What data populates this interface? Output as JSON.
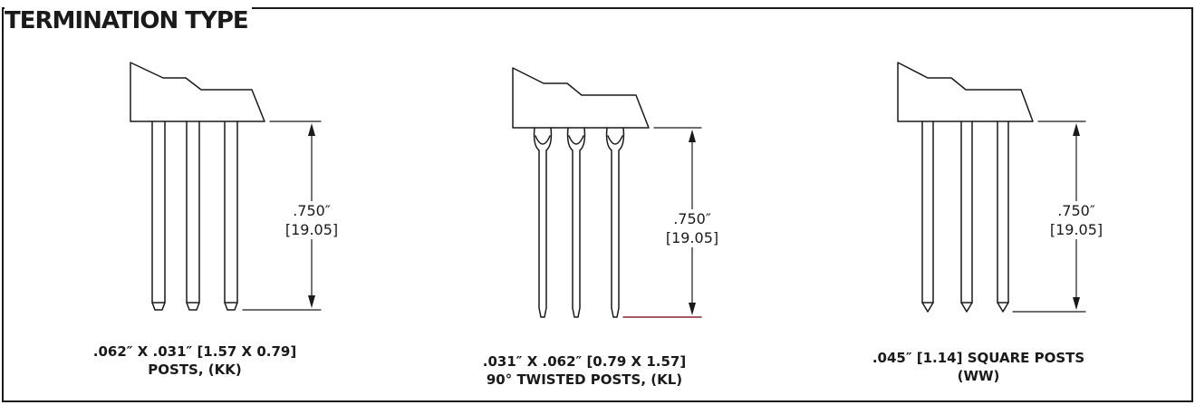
{
  "title": "TERMINATION TYPE",
  "options": [
    {
      "dim_inch": ".750″",
      "dim_mm": "[19.05]",
      "caption_line1": ".062″ X .031″ [1.57 X 0.79]",
      "caption_line2": "POSTS, (KK)"
    },
    {
      "dim_inch": ".750″",
      "dim_mm": "[19.05]",
      "caption_line1": ".031″ X .062″ [0.79 X 1.57]",
      "caption_line2": "90° TWISTED POSTS, (KL)"
    },
    {
      "dim_inch": ".750″",
      "dim_mm": "[19.05]",
      "caption_line1": ".045″ [1.14] SQUARE POSTS",
      "caption_line2": "(WW)"
    }
  ],
  "colors": {
    "line": "#1a1a1a",
    "accent_line": "#8b2233"
  }
}
